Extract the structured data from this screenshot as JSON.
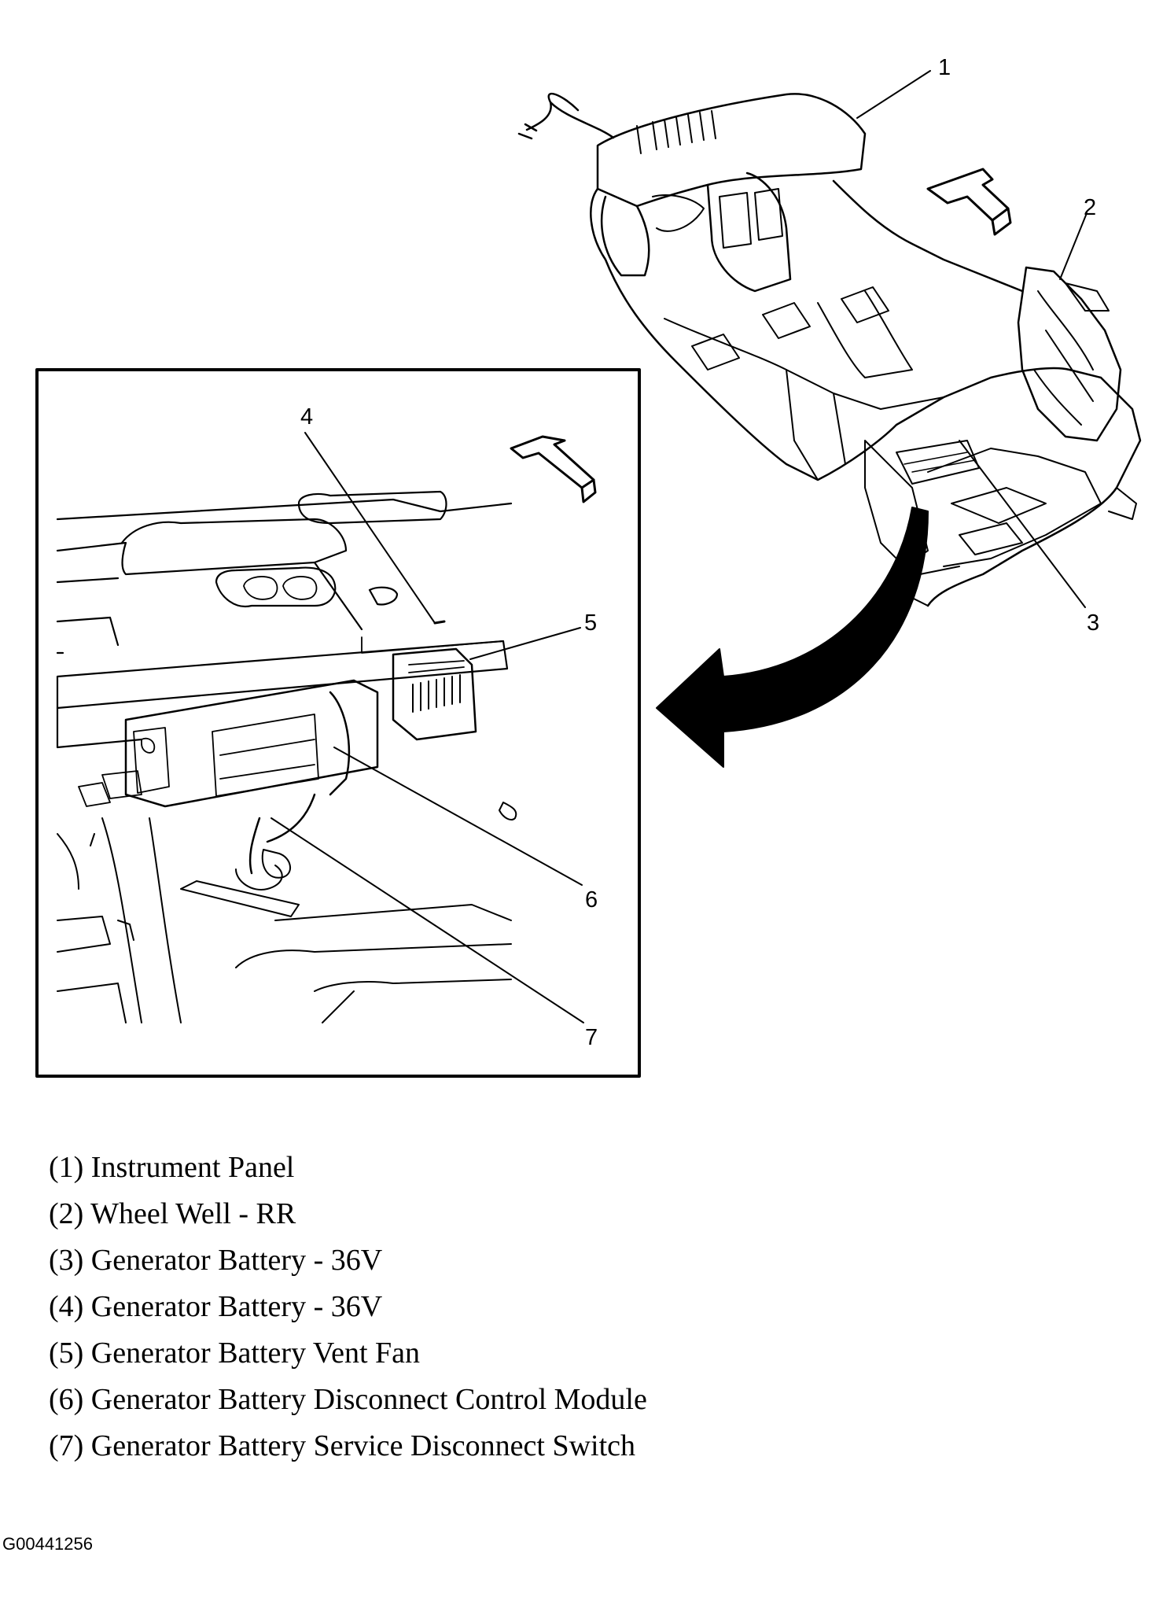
{
  "callouts": [
    "1",
    "2",
    "3",
    "4",
    "5",
    "6",
    "7"
  ],
  "legend": [
    "(1) Instrument Panel",
    "(2) Wheel Well - RR",
    "(3) Generator Battery - 36V",
    "(4) Generator Battery - 36V",
    "(5) Generator Battery Vent Fan",
    "(6) Generator Battery Disconnect Control Module",
    "(7) Generator Battery Service Disconnect Switch"
  ],
  "figure_id": "G00441256"
}
